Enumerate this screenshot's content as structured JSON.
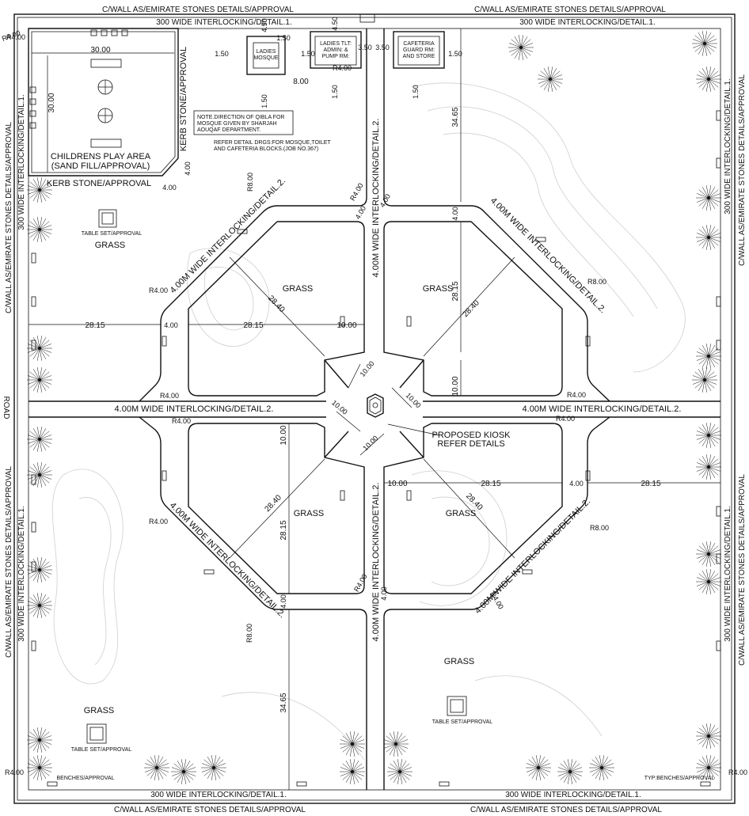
{
  "labels": {
    "wall_top_left": "C/WALL AS/EMIRATE STONES DETAILS/APPROVAL",
    "wall_top_right": "C/WALL AS/EMIRATE STONES DETAILS/APPROVAL",
    "wall_bottom_left": "C/WALL AS/EMIRATE STONES DETAILS/APPROVAL",
    "wall_bottom_right": "C/WALL AS/EMIRATE STONES DETAILS/APPROVAL",
    "wall_left_top": "C/WALL AS/EMIRATE STONES DETAILS/APPROVAL",
    "wall_left_bottom": "C/WALL AS/EMIRATE STONES DETAILS/APPROVAL",
    "wall_right_top": "C/WALL AS/EMIRATE STONES DETAILS/APPROVAL",
    "wall_right_bottom": "C/WALL AS/EMIRATE STONES DETAILS/APPROVAL",
    "interlock300_top_left": "300 WIDE INTERLOCKING/DETAIL.1.",
    "interlock300_top_right": "300 WIDE INTERLOCKING/DETAIL.1.",
    "interlock300_bottom_left": "300 WIDE INTERLOCKING/DETAIL.1.",
    "interlock300_bottom_right": "300 WIDE INTERLOCKING/DETAIL.1.",
    "interlock300_left_top": "300 WIDE INTERLOCKING/DETAIL.1.",
    "interlock300_left_bottom": "300 WIDE INTERLOCKING/DETAIL.1.",
    "interlock300_right_top": "300 WIDE INTERLOCKING/DETAIL.1.",
    "interlock300_right_bottom": "300 WIDE INTERLOCKING/DETAIL.1.",
    "interlock4_left": "4.00M WIDE INTERLOCKING/DETAIL.2.",
    "interlock4_right": "4.00M WIDE INTERLOCKING/DETAIL.2.",
    "interlock4_top": "4.00M WIDE INTERLOCKING/DETAIL.2.",
    "interlock4_bottom": "4.00M WIDE INTERLOCKING/DETAIL.2.",
    "diag_tl": "4.00M WIDE INTERLOCKING/DETAIL.2.",
    "diag_tr": "4.00M WIDE INTERLOCKING/DETAIL.2.",
    "diag_bl": "4.00M WIDE INTERLOCKING/DETAIL.2.",
    "diag_br": "4.00M WIDE INTERLOCKING/DETAIL.2.",
    "grass": "GRASS",
    "play_area_1": "CHILDRENS PLAY AREA",
    "play_area_2": "(SAND FILL/APPROVAL)",
    "kerb_stone_h": "KERB STONE/APPROVAL",
    "kerb_stone_v": "KERB STONE/APPROVAL",
    "table_set": "TABLE SET/APPROVAL",
    "benches": "BENCHES/APPROVAL",
    "typ_benches": "TYP:BENCHES/APPROVAL",
    "kiosk_1": "PROPOSED KIOSK",
    "kiosk_2": "REFER DETAILS",
    "ladies_mosque_1": "LADIES",
    "ladies_mosque_2": "MOSQUE",
    "ladies_tlt_1": "LADIES TLT:",
    "ladies_tlt_2": "ADMIN: &",
    "ladies_tlt_3": "PUMP RM:",
    "cafeteria_1": "CAFETERIA",
    "cafeteria_2": "GUARD RM:",
    "cafeteria_3": "AND STORE",
    "note_1": "NOTE.DIRECTION OF QIBLA FOR",
    "note_2": "MOSQUE GIVEN BY SHARJAH",
    "note_3": "AOUQAF DEPARTMENT.",
    "refer_1": "REFER DETAIL DRGS:FOR MOSQUE,TOILET",
    "refer_2": "AND CAFETERIA BLOCKS.(JOB NO.367)",
    "road": "ROAD"
  },
  "dims": {
    "d30a": "30.00",
    "d30b": "30.00",
    "d4a": "4.00",
    "d4b": "4.00",
    "d150a": "1.50",
    "d150b": "1.50",
    "d150c": "1.50",
    "d150d": "1.50",
    "d150e": "1.50",
    "d150f": "1.50",
    "d150g": "1.50",
    "d450a": "4.50",
    "d450b": "4.50",
    "d350a": "3.50",
    "d350b": "3.50",
    "d800": "8.00",
    "d3465a": "34.65",
    "d3465b": "34.65",
    "d2815a": "28.15",
    "d2815b": "28.15",
    "d2815c": "28.15",
    "d2815d": "28.15",
    "d2815e": "28.15",
    "d2815f": "28.15",
    "d2840a": "28.40",
    "d2840b": "28.40",
    "d2840c": "28.40",
    "d2840d": "28.40",
    "d1000a": "10.00",
    "d1000b": "10.00",
    "d1000c": "10.00",
    "d1000d": "10.00",
    "d1000e": "10.00",
    "d1000f": "10.00",
    "d1000g": "10.00",
    "d1000h": "10.00",
    "d400a": "4.00",
    "d400b": "4.00",
    "d400c": "4.00",
    "d400d": "4.00",
    "d400e": "4.00",
    "d400f": "4.00",
    "d400g": "4.00",
    "r4a": "R4.00",
    "r4b": "R4.00",
    "r4c": "R4.00",
    "r4d": "R4.00",
    "r4e": "R4.00",
    "r4f": "R4.00",
    "r4g": "R4.00",
    "r4h": "R4.00",
    "r4i": "R4.00",
    "r4j": "R4.00",
    "r4k": "R4.00",
    "r4l": "R4.00",
    "r4m": "R4.00",
    "r4n": "R4.00",
    "r8a": "R8.00",
    "r8b": "R8.00",
    "r8c": "R8.00",
    "r8d": "R8.00"
  }
}
